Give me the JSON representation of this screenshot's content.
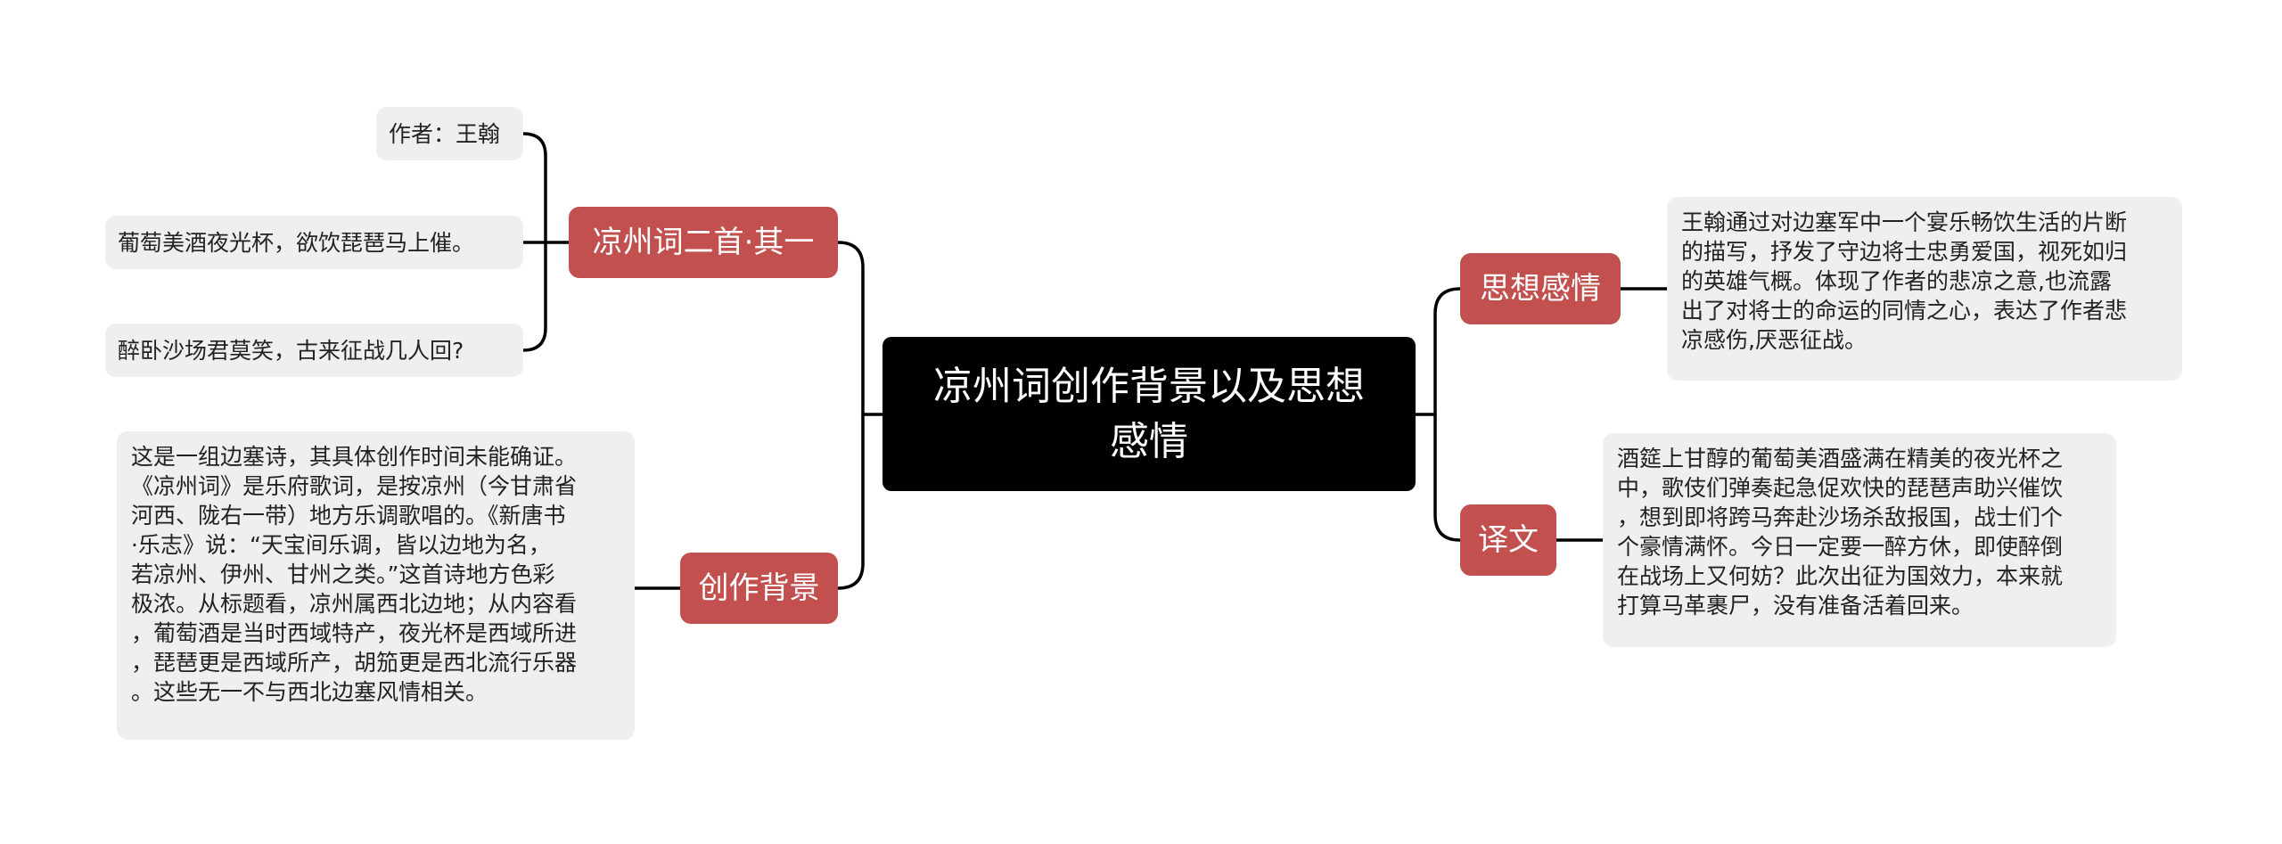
{
  "root": {
    "label": "凉州词创作背景以及思想感情",
    "lines": [
      "凉州词创作背景以及思想",
      "感情"
    ]
  },
  "branches": {
    "poem": {
      "label": "凉州词二首·其一",
      "leaves": [
        "作者：王翰",
        "葡萄美酒夜光杯，欲饮琵琶马上催。",
        "醉卧沙场君莫笑，古来征战几人回?"
      ]
    },
    "background": {
      "label": "创作背景",
      "text_lines": [
        "这是一组边塞诗，其具体创作时间未能确证。",
        "《凉州词》是乐府歌词，是按凉州（今甘肃省",
        "河西、陇右一带）地方乐调歌唱的。《新唐书",
        "·乐志》说：“天宝间乐调，皆以边地为名，",
        "若凉州、伊州、甘州之类。”这首诗地方色彩",
        "极浓。从标题看，凉州属西北边地；从内容看",
        "，葡萄酒是当时西域特产，夜光杯是西域所进",
        "，琵琶更是西域所产，胡笳更是西北流行乐器",
        "。这些无一不与西北边塞风情相关。"
      ]
    },
    "thought": {
      "label": "思想感情",
      "text_lines": [
        "王翰通过对边塞军中一个宴乐畅饮生活的片断",
        "的描写，抒发了守边将士忠勇爱国，视死如归",
        "的英雄气概。体现了作者的悲凉之意,也流露",
        "出了对将士的命运的同情之心，表达了作者悲",
        "凉感伤,厌恶征战。"
      ]
    },
    "translation": {
      "label": "译文",
      "text_lines": [
        "酒筵上甘醇的葡萄美酒盛满在精美的夜光杯之",
        "中，歌伎们弹奏起急促欢快的琵琶声助兴催饮",
        "，想到即将跨马奔赴沙场杀敌报国，战士们个",
        "个豪情满怀。今日一定要一醉方休，即使醉倒",
        "在战场上又何妨？此次出征为国效力，本来就",
        "打算马革裹尸，没有准备活着回来。"
      ]
    }
  },
  "colors": {
    "root_bg": "#000000",
    "branch_bg": "#c2504f",
    "leaf_bg": "#efefef",
    "line": "#000000"
  }
}
